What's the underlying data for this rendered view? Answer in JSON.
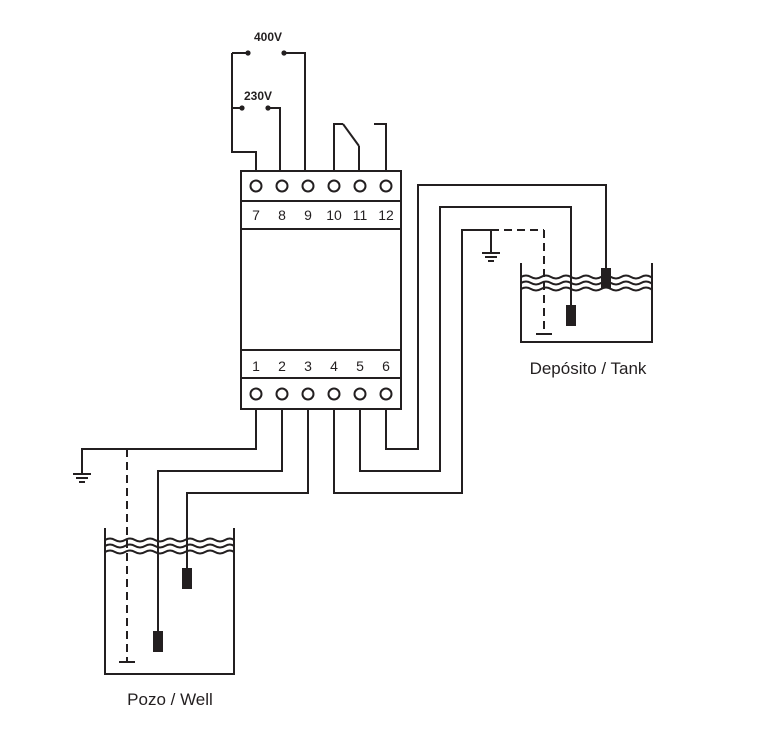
{
  "supply": {
    "v400": "400V",
    "v230": "230V"
  },
  "terminals_top": [
    "7",
    "8",
    "9",
    "10",
    "11",
    "12"
  ],
  "terminals_bottom": [
    "1",
    "2",
    "3",
    "4",
    "5",
    "6"
  ],
  "captions": {
    "tank": "Depósito / Tank",
    "well": "Pozo / Well"
  }
}
